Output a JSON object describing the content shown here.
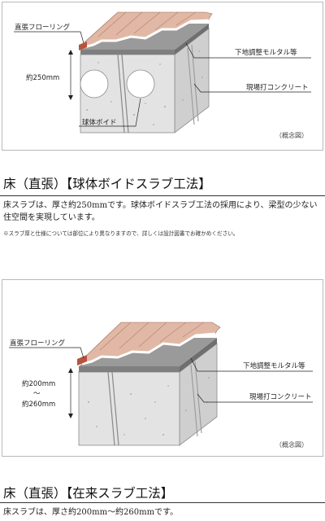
{
  "diagram1": {
    "labels": {
      "flooring": "直張フローリング",
      "leveling": "下地調整モルタル等",
      "thickness": "約250mm",
      "concrete": "現場打コンクリート",
      "void": "球体ボイド",
      "note": "（概念図）"
    },
    "heading": "床（直張）【球体ボイドスラブ工法】",
    "description": "床スラブは、厚さ約250mmです。球体ボイドスラブ工法の採用により、梁型の少ない住空間を実現しています。",
    "footnote": "※スラブ厚と仕様については部位により異なりますので、詳しくは設計図書でお確かめください。"
  },
  "diagram2": {
    "labels": {
      "flooring": "直張フローリング",
      "leveling": "下地調整モルタル等",
      "thickness_top": "約200mm",
      "thickness_sep": "～",
      "thickness_bottom": "約260mm",
      "concrete": "現場打コンクリート",
      "note": "（概念図）"
    },
    "heading": "床（直張）【在来スラブ工法】",
    "description": "床スラブは、厚さ約200mm～約260mmです。"
  },
  "colors": {
    "wood": "#c9836d",
    "wood_top": "#e1b8a5",
    "mortar": "#7f7f7f",
    "concrete_front": "#e3e3e3",
    "concrete_side": "#cfcfcf",
    "border": "#b9b9b9"
  }
}
